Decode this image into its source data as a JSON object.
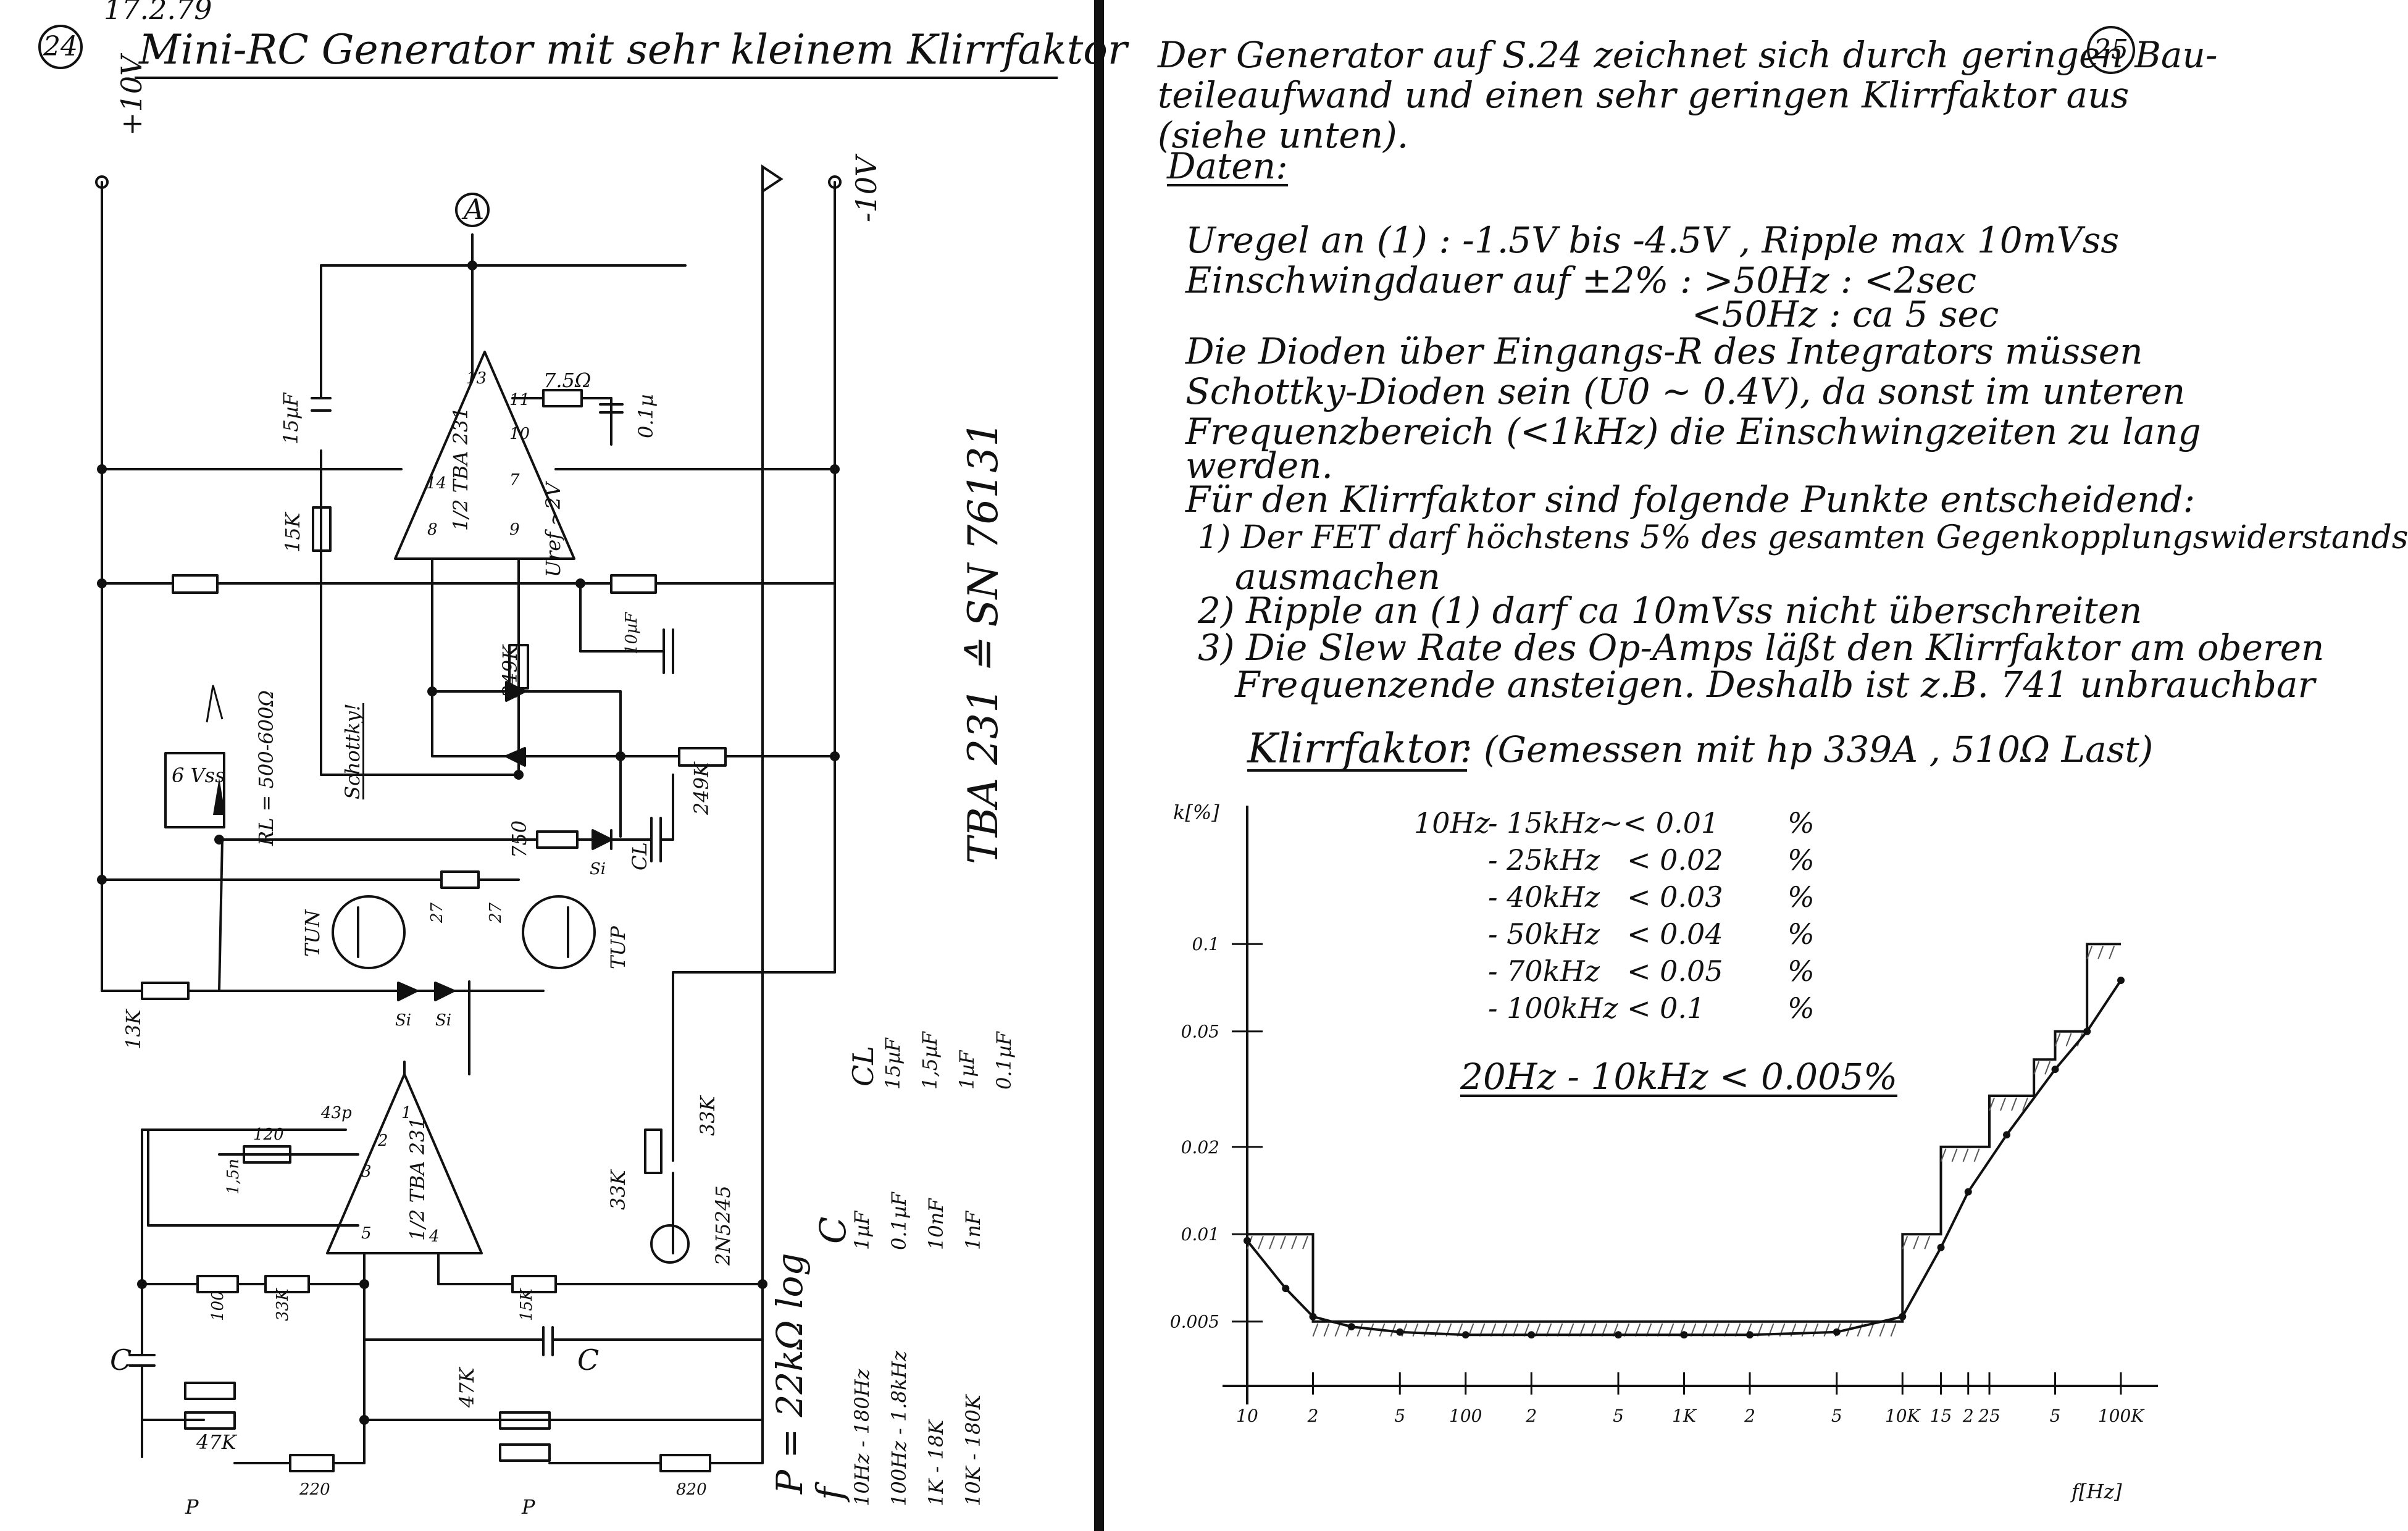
{
  "left": {
    "date": "17.2.79",
    "page_no": "24",
    "title": "Mini-RC Generator mit sehr kleinem Klirrfaktor",
    "rail_pos": "+10V",
    "rail_neg": "-10V",
    "node_a": "A",
    "c15uf": "15µF",
    "r15k_a": "15K",
    "r75": "7.5Ω",
    "c01u": "0.1µ",
    "ic1_pins": {
      "p13": "13",
      "p11": "11",
      "p10": "10",
      "p14": "14",
      "p7": "7",
      "p8": "8",
      "p9": "9"
    },
    "ic1_label": "1/2 TBA 231",
    "uref": "Uref ~2V",
    "c10uf": "10µF",
    "r249k_1": "249K",
    "schottky": "Schottky!",
    "rl": "RL = 500-600Ω",
    "vss": "6 Vss",
    "r750": "750",
    "d_si1": "Si",
    "cl": "CL",
    "r249k_2": "249K",
    "tba_eq": "TBA 231 ≙ SN 76131",
    "tun": "TUN",
    "tup": "TUP",
    "r27a": "27",
    "r27b": "27",
    "r13k": "13K",
    "d_si2": "Si",
    "d_si3": "Si",
    "c43p": "43p",
    "r120": "120",
    "c15n": "1,5n",
    "ic2_pins": {
      "p1": "1",
      "p2": "2",
      "p3": "3",
      "p4": "4",
      "p5": "5"
    },
    "ic2_label": "1/2 TBA 231",
    "r33k_a": "33K",
    "r33k_b": "33K",
    "fet": "2N5245",
    "r100": "100",
    "r33k_c": "33K",
    "r15k_b": "15K",
    "c_left": "C",
    "c_mid": "C",
    "pot47k_a": "47K",
    "pot47k_b": "47K",
    "r220": "220",
    "r820": "820",
    "p_a": "P",
    "p_b": "P",
    "cl_table": {
      "header": "CL",
      "rows": [
        "15µF",
        "1,5µF",
        "1µF",
        "0.1µF"
      ]
    },
    "p_formula": "P = 22kΩ log",
    "table": {
      "f_header": "f",
      "c_header": "C",
      "f_rows": [
        "10Hz - 180Hz",
        "100Hz - 1.8kHz",
        "1K - 18K",
        "10K - 180K"
      ],
      "c_rows": [
        "1µF",
        "0.1µF",
        "10nF",
        "1nF"
      ]
    }
  },
  "right": {
    "page_no": "25",
    "intro_lines": [
      "Der Generator auf S.24 zeichnet sich durch geringen Bau-",
      "teileaufwand und einen sehr geringen Klirrfaktor aus",
      "(siehe unten)."
    ],
    "daten_label": "Daten:",
    "data_lines": [
      "Uregel an (1) : -1.5V bis -4.5V , Ripple max 10mVss",
      "Einschwingdauer auf ±2% :  >50Hz : <2sec",
      "<50Hz : ca 5 sec",
      "Die Dioden über Eingangs-R des Integrators müssen",
      "Schottky-Dioden sein (U0 ~ 0.4V), da sonst im unteren",
      "Frequenzbereich (<1kHz) die Einschwingzeiten zu lang",
      "werden.",
      "Für den Klirrfaktor sind folgende Punkte entscheidend:",
      "1) Der FET darf höchstens 5% des gesamten Gegenkopplungswiderstands",
      "ausmachen",
      "2) Ripple an (1) darf ca 10mVss nicht überschreiten",
      "3) Die Slew Rate des Op-Amps läßt den Klirrfaktor am oberen",
      "Frequenzende ansteigen. Deshalb ist z.B. 741 unbrauchbar"
    ],
    "klirr_title": "Klirrfaktor",
    "klirr_sub": ": (Gemessen mit hp 339A , 510Ω Last)",
    "spec_rows": [
      {
        "f": "10Hz",
        "r": "- 15kHz",
        "v": "~< 0.01",
        "u": "%"
      },
      {
        "f": "",
        "r": "- 25kHz",
        "v": "< 0.02",
        "u": "%"
      },
      {
        "f": "",
        "r": "- 40kHz",
        "v": "< 0.03",
        "u": "%"
      },
      {
        "f": "",
        "r": "- 50kHz",
        "v": "< 0.04",
        "u": "%"
      },
      {
        "f": "",
        "r": "- 70kHz",
        "v": "< 0.05",
        "u": "%"
      },
      {
        "f": "",
        "r": "- 100kHz",
        "v": "< 0.1",
        "u": "%"
      }
    ],
    "spec_summary": "20Hz - 10kHz < 0.005%"
  },
  "chart_data": {
    "type": "line",
    "title": "",
    "xlabel": "f[Hz]",
    "ylabel": "k[%]",
    "xscale": "log",
    "yscale": "log",
    "xlim": [
      10,
      100000
    ],
    "ylim": [
      0.003,
      0.3
    ],
    "x_tick_labels": [
      "10",
      "2",
      "5",
      "100",
      "2",
      "5",
      "1K",
      "2",
      "5",
      "10K",
      "15",
      "2",
      "25",
      "5",
      "100K"
    ],
    "x_tick_values": [
      10,
      20,
      50,
      100,
      200,
      500,
      1000,
      2000,
      5000,
      10000,
      15000,
      20000,
      25000,
      50000,
      100000
    ],
    "y_tick_labels": [
      "0.1",
      "0.05",
      "0.02",
      "0.01",
      "0.005"
    ],
    "y_tick_values": [
      0.1,
      0.05,
      0.02,
      0.01,
      0.005
    ],
    "series": [
      {
        "x": [
          10,
          15,
          20,
          30,
          50,
          100,
          200,
          500,
          1000,
          2000,
          5000,
          10000,
          15000,
          20000,
          30000,
          50000,
          70000,
          100000
        ],
        "y": [
          0.0095,
          0.0065,
          0.0052,
          0.0048,
          0.0046,
          0.0045,
          0.0045,
          0.0045,
          0.0045,
          0.0045,
          0.0046,
          0.0052,
          0.009,
          0.014,
          0.022,
          0.037,
          0.05,
          0.075
        ]
      }
    ],
    "limit": {
      "x": [
        10,
        20,
        20,
        10000,
        10000,
        15000,
        15000,
        25000,
        25000,
        40000,
        40000,
        50000,
        50000,
        70000,
        70000,
        100000
      ],
      "y": [
        0.01,
        0.01,
        0.005,
        0.005,
        0.01,
        0.01,
        0.02,
        0.02,
        0.03,
        0.03,
        0.04,
        0.04,
        0.05,
        0.05,
        0.1,
        0.1
      ]
    }
  }
}
